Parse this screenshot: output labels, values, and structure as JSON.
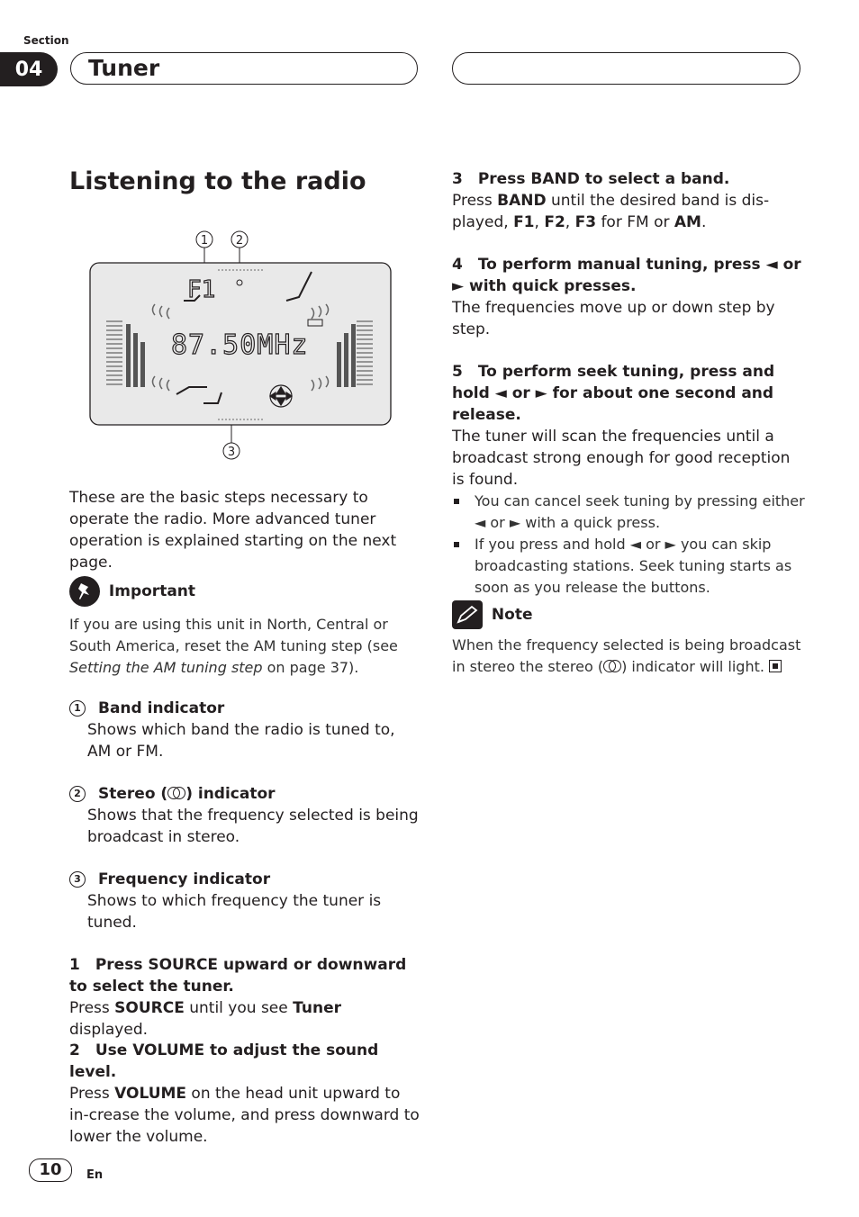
{
  "header": {
    "section_label": "Section",
    "section_number": "04",
    "section_title": "Tuner"
  },
  "page_title": "Listening to the radio",
  "figure": {
    "callouts": [
      "1",
      "2",
      "3"
    ],
    "display_band": "F1",
    "display_frequency": "87.50MHz"
  },
  "intro": "These are the basic steps necessary to operate the radio. More advanced tuner operation is explained starting on the next page.",
  "important": {
    "label": "Important",
    "text_before": "If you are using this unit in North, Central or South America, reset the AM tuning step (see ",
    "text_italic": "Setting the AM tuning step",
    "text_after": " on page 37)."
  },
  "indicators": [
    {
      "num": "1",
      "title": "Band indicator",
      "desc": "Shows which band the radio is tuned to, AM or FM."
    },
    {
      "num": "2",
      "title_before": "Stereo (",
      "title_after": ") indicator",
      "desc": "Shows that the frequency selected is being broadcast in stereo."
    },
    {
      "num": "3",
      "title": "Frequency indicator",
      "desc": "Shows to which frequency the tuner is tuned."
    }
  ],
  "steps": {
    "s1": {
      "head": "1 Press SOURCE upward or downward to select the tuner.",
      "t1": "Press ",
      "b1": "SOURCE",
      "t2": " until you see ",
      "b2": "Tuner",
      "t3": " displayed."
    },
    "s2": {
      "head": "2 Use VOLUME to adjust the sound level.",
      "t1": "Press ",
      "b1": "VOLUME",
      "t2": " on the head unit upward to in-crease the volume, and press downward to lower the volume."
    },
    "s3": {
      "head": "3 Press BAND to select a band.",
      "t1": "Press ",
      "b1": "BAND",
      "t2": " until the desired band is dis-played, ",
      "b2": "F1",
      "t3": ", ",
      "b3": "F2",
      "t4": ", ",
      "b4": "F3",
      "t5": " for FM or ",
      "b5": "AM",
      "t6": "."
    },
    "s4": {
      "head": "4 To perform manual tuning, press ◄ or ► with quick presses.",
      "body": "The frequencies move up or down step by step."
    },
    "s5": {
      "head": "5 To perform seek tuning, press and hold ◄ or ► for about one second and release.",
      "body": "The tuner will scan the frequencies until a broadcast strong enough for good reception is found.",
      "bullets": [
        "You can cancel seek tuning by pressing either ◄ or ► with a quick press.",
        "If you press and hold ◄ or ► you can skip broadcasting stations. Seek tuning starts as soon as you release the buttons."
      ]
    }
  },
  "note": {
    "label": "Note",
    "text_before": "When the frequency selected is being broadcast in stereo the stereo (",
    "text_after": ") indicator will light."
  },
  "footer": {
    "page_number": "10",
    "language": "En"
  }
}
